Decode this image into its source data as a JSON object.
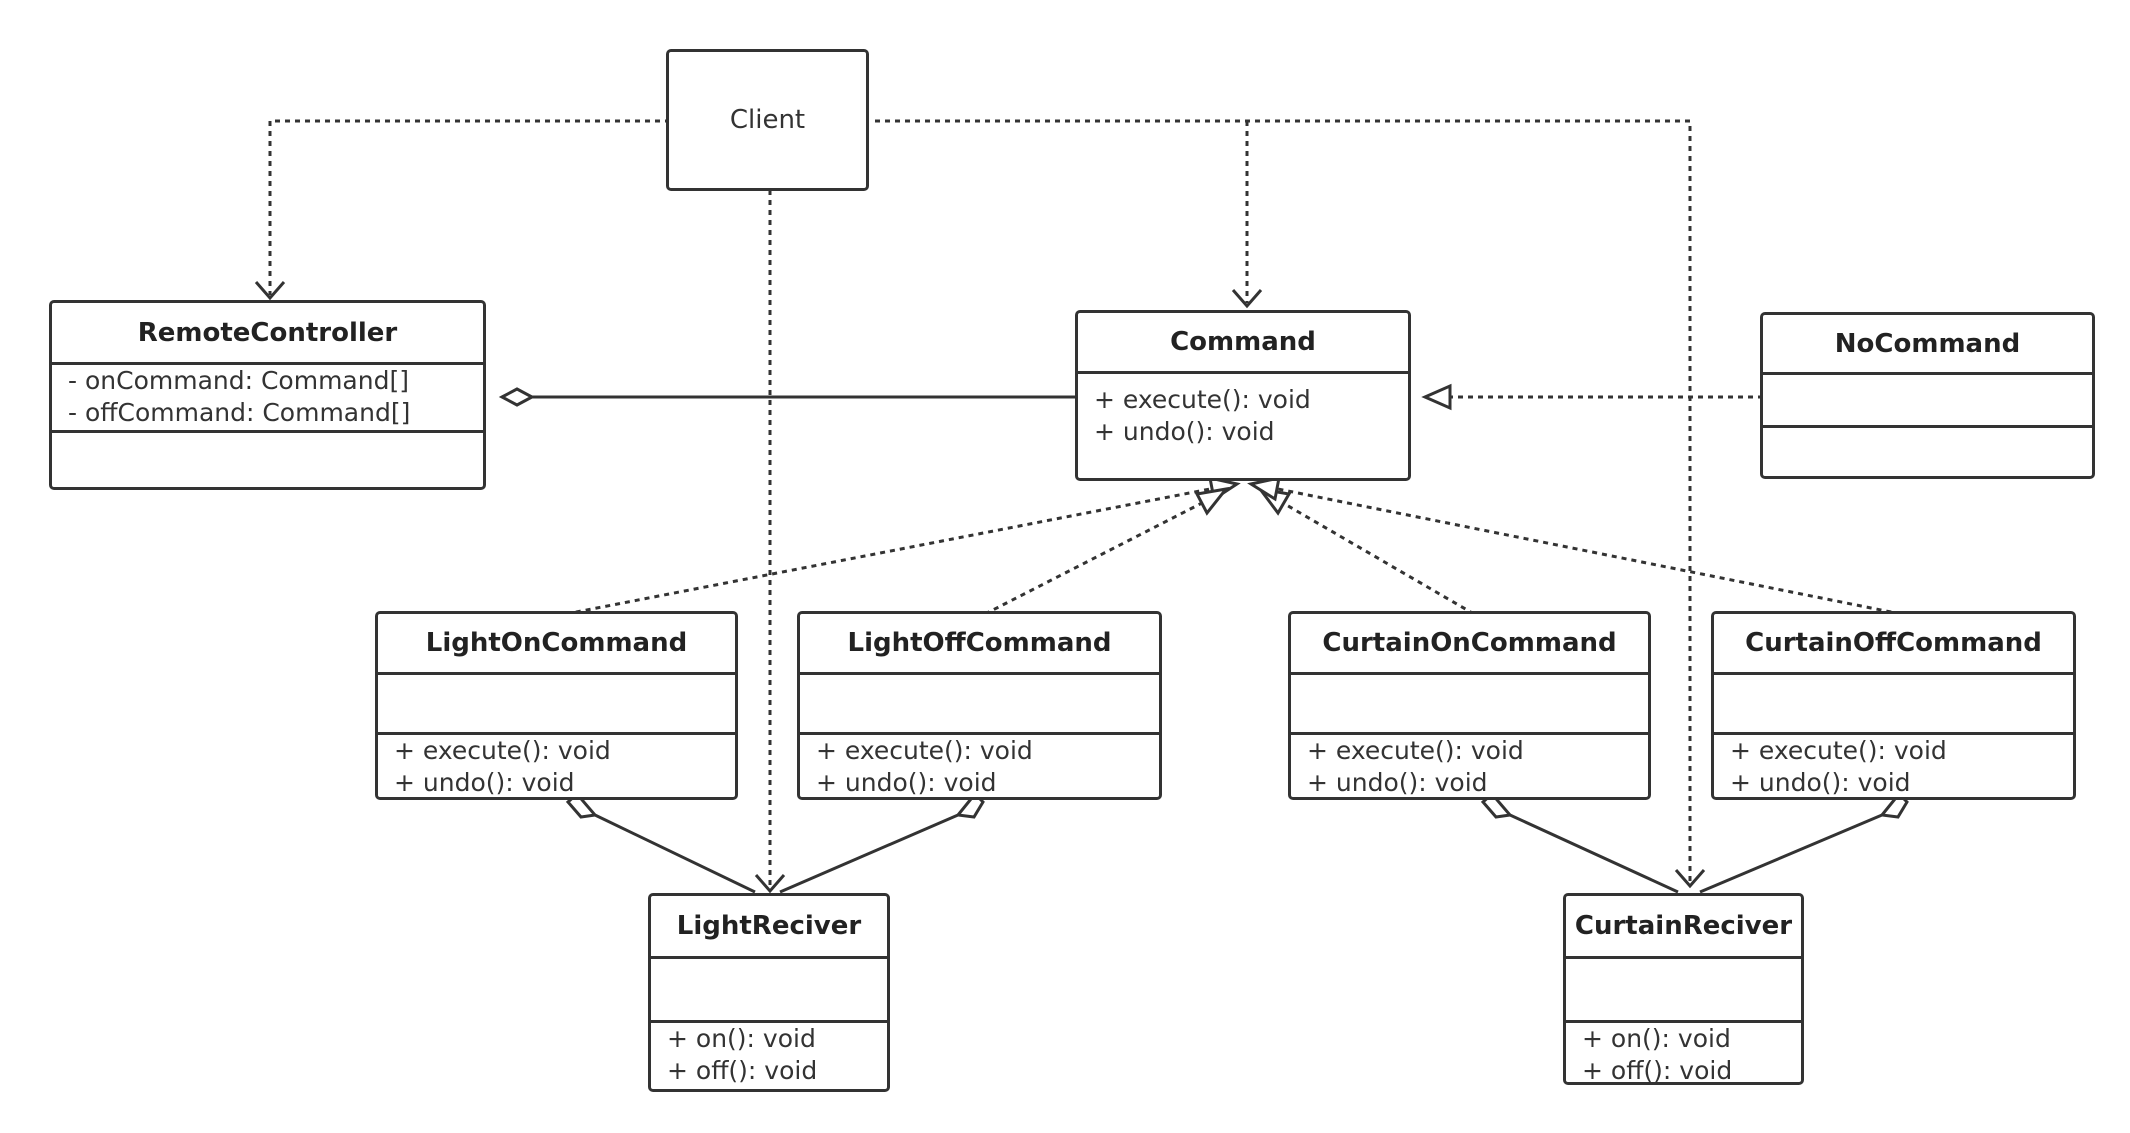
{
  "diagram": {
    "client": {
      "label": "Client"
    },
    "remote_controller": {
      "name": "RemoteController",
      "attributes": [
        "- onCommand: Command[]",
        "- offCommand: Command[]"
      ],
      "operations": []
    },
    "command": {
      "name": "Command",
      "attributes": [],
      "operations": [
        "+ execute(): void",
        "+ undo(): void"
      ]
    },
    "no_command": {
      "name": "NoCommand",
      "attributes": [],
      "operations": []
    },
    "light_on_command": {
      "name": "LightOnCommand",
      "attributes": [],
      "operations": [
        "+ execute(): void",
        "+ undo(): void"
      ]
    },
    "light_off_command": {
      "name": "LightOffCommand",
      "attributes": [],
      "operations": [
        "+ execute(): void",
        "+ undo(): void"
      ]
    },
    "curtain_on_command": {
      "name": "CurtainOnCommand",
      "attributes": [],
      "operations": [
        "+ execute(): void",
        "+ undo(): void"
      ]
    },
    "curtain_off_command": {
      "name": "CurtainOffCommand",
      "attributes": [],
      "operations": [
        "+ execute(): void",
        "+ undo(): void"
      ]
    },
    "light_receiver": {
      "name": "LightReciver",
      "attributes": [],
      "operations": [
        "+ on(): void",
        "+ off(): void"
      ]
    },
    "curtain_receiver": {
      "name": "CurtainReciver",
      "attributes": [],
      "operations": [
        "+ on(): void",
        "+ off(): void"
      ]
    },
    "colors": {
      "stroke": "#333333",
      "background": "#ffffff"
    }
  }
}
